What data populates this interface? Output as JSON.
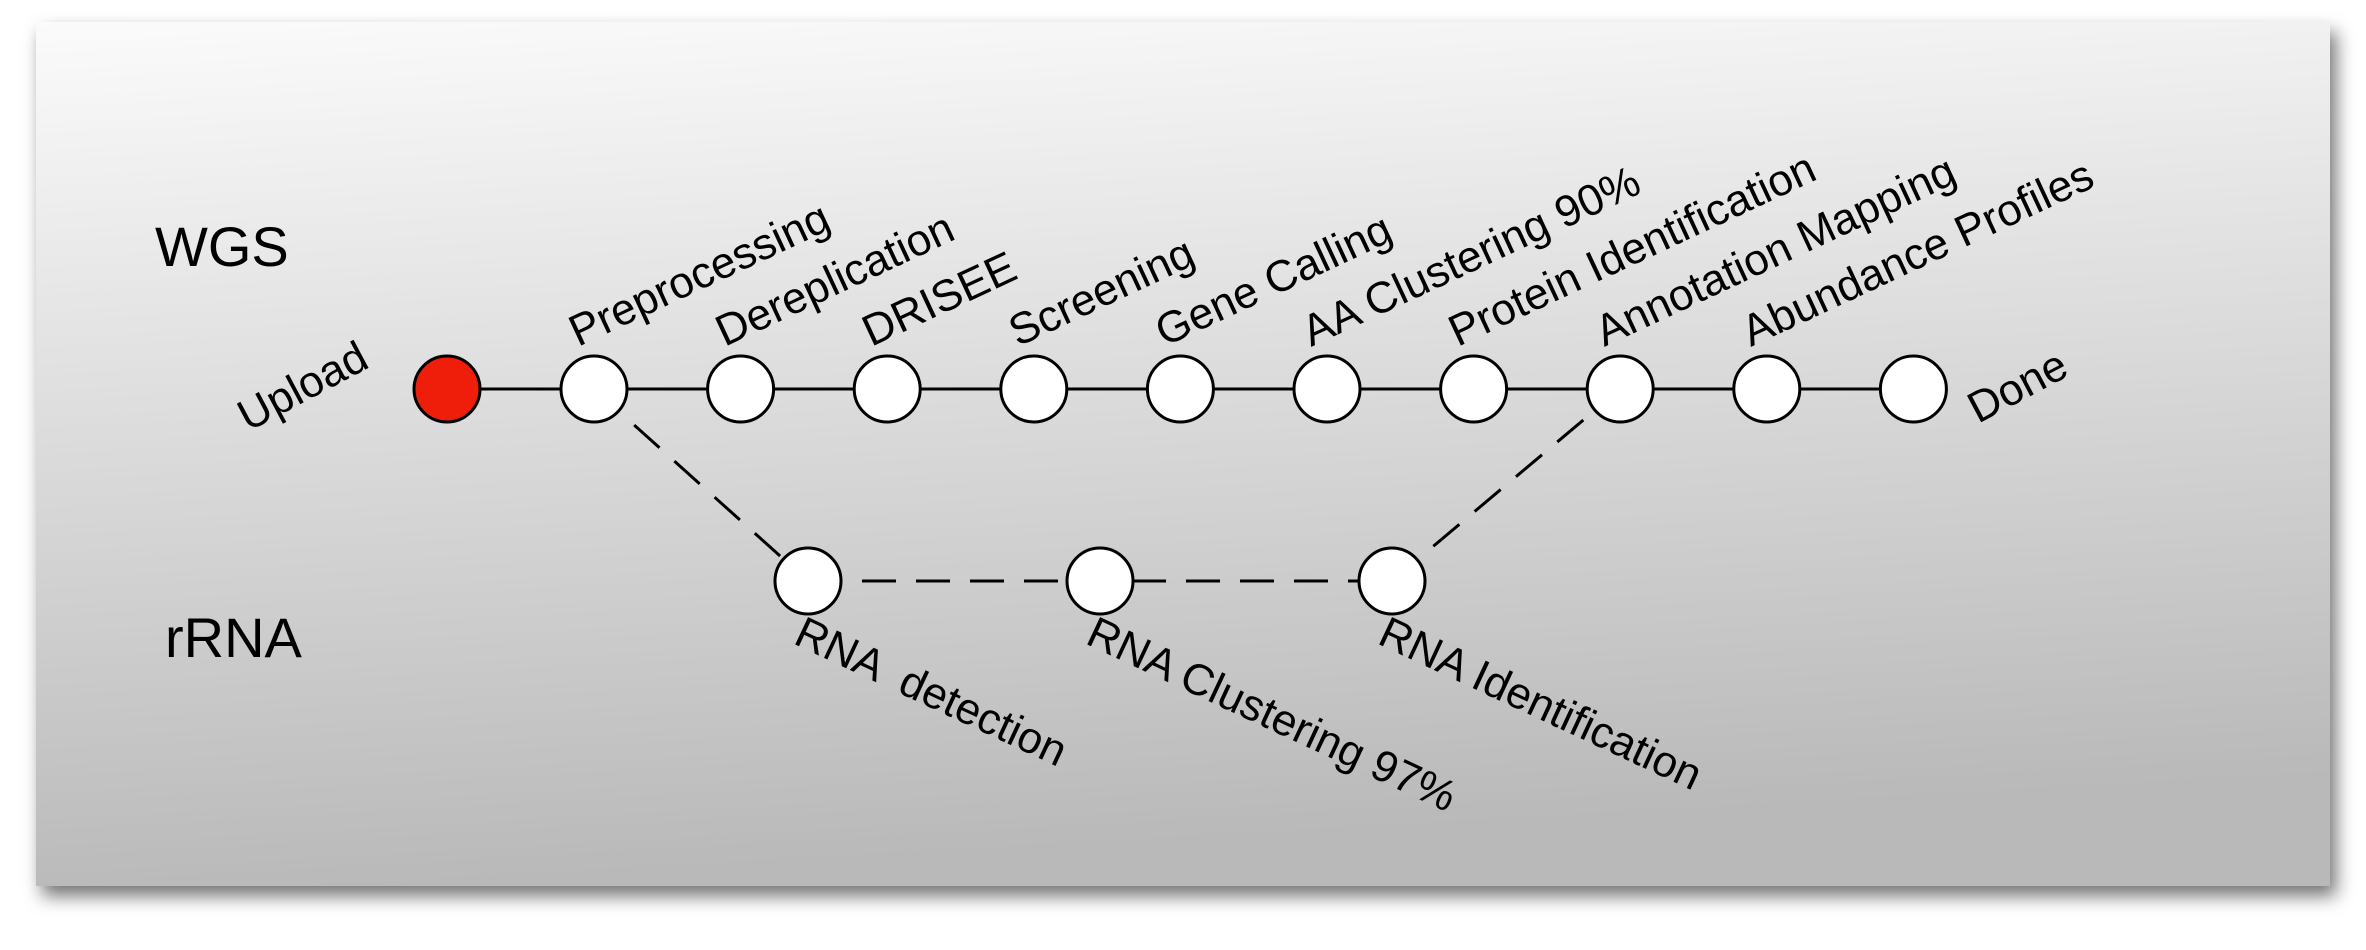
{
  "diagram": {
    "lane_labels": {
      "top": "WGS",
      "bottom": "rRNA"
    },
    "start_label": "Upload",
    "end_label": "Done",
    "colors": {
      "start_node": "#ee1e0a",
      "node_fill": "#ffffff",
      "stroke": "#000000",
      "panel_top": "#fbfbfb",
      "panel_bottom": "#b9b9b9"
    },
    "wgs_steps": [
      "Preprocessing",
      "Dereplication",
      "DRISEE",
      "Screening",
      "Gene Calling",
      "AA Clustering 90%",
      "Protein Identification",
      "Annotation Mapping",
      "Abundance Profiles"
    ],
    "rrna_steps": [
      "RNA  detection",
      "RNA Clustering 97%",
      "RNA Identification"
    ],
    "branch": {
      "from_step": "Preprocessing",
      "rejoin_step": "Annotation Mapping"
    }
  }
}
